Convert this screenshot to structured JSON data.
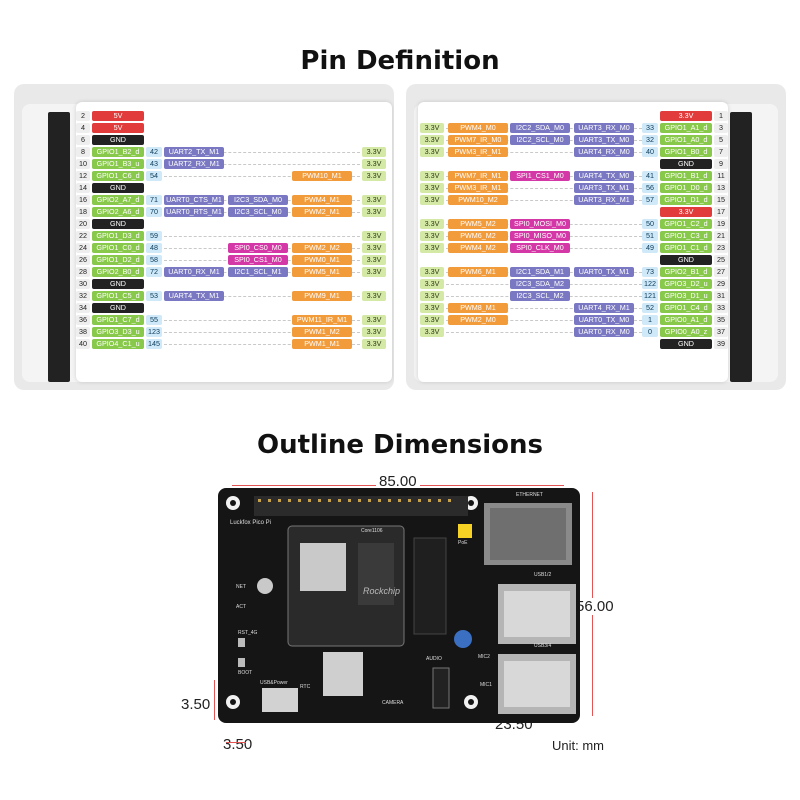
{
  "titles": {
    "pin": "Pin Definition",
    "outline": "Outline Dimensions"
  },
  "left_rows": [
    {
      "pin": "2",
      "pill": "5V",
      "color": "red"
    },
    {
      "pin": "4",
      "pill": "5V",
      "color": "red"
    },
    {
      "pin": "6",
      "pill": "GND",
      "color": "blk"
    },
    {
      "pin": "8",
      "pill": "GPIO1_B2_d",
      "color": "gpio",
      "idx": "42",
      "funcs": [
        [
          "UART2_TX_M1",
          "pur",
          1
        ]
      ],
      "v": "3.3V"
    },
    {
      "pin": "10",
      "pill": "GPIO1_B3_u",
      "color": "gpio",
      "idx": "43",
      "funcs": [
        [
          "UART2_RX_M1",
          "pur",
          1
        ]
      ],
      "v": "3.3V"
    },
    {
      "pin": "12",
      "pill": "GPIO1_C6_d",
      "color": "gpio",
      "idx": "54",
      "funcs": [
        [
          "PWM10_M1",
          "org",
          3
        ]
      ],
      "v": "3.3V"
    },
    {
      "pin": "14",
      "pill": "GND",
      "color": "blk"
    },
    {
      "pin": "16",
      "pill": "GPIO2_A7_d",
      "color": "gpio",
      "idx": "71",
      "funcs": [
        [
          "UART0_CTS_M1",
          "pur",
          1
        ],
        [
          "I2C3_SDA_M0",
          "pur",
          2
        ],
        [
          "PWM4_M1",
          "org",
          3
        ]
      ],
      "v": "3.3V"
    },
    {
      "pin": "18",
      "pill": "GPIO2_A6_d",
      "color": "gpio",
      "idx": "70",
      "funcs": [
        [
          "UART0_RTS_M1",
          "pur",
          1
        ],
        [
          "I2C3_SCL_M0",
          "pur",
          2
        ],
        [
          "PWM2_M1",
          "org",
          3
        ]
      ],
      "v": "3.3V"
    },
    {
      "pin": "20",
      "pill": "GND",
      "color": "blk"
    },
    {
      "pin": "22",
      "pill": "GPIO1_D3_d",
      "color": "gpio",
      "idx": "59",
      "v": "3.3V"
    },
    {
      "pin": "24",
      "pill": "GPIO1_C0_d",
      "color": "gpio",
      "idx": "48",
      "funcs": [
        [
          "SPI0_CS0_M0",
          "pink",
          2
        ],
        [
          "PWM2_M2",
          "org",
          3
        ]
      ],
      "v": "3.3V"
    },
    {
      "pin": "26",
      "pill": "GPIO1_D2_d",
      "color": "gpio",
      "idx": "58",
      "funcs": [
        [
          "SPI0_CS1_M0",
          "pink",
          2
        ],
        [
          "PWM0_M1",
          "org",
          3
        ]
      ],
      "v": "3.3V"
    },
    {
      "pin": "28",
      "pill": "GPIO2_B0_d",
      "color": "gpio",
      "idx": "72",
      "funcs": [
        [
          "UART0_RX_M1",
          "pur",
          1
        ],
        [
          "I2C1_SCL_M1",
          "pur",
          2
        ],
        [
          "PWM5_M1",
          "org",
          3
        ]
      ],
      "v": "3.3V"
    },
    {
      "pin": "30",
      "pill": "GND",
      "color": "blk"
    },
    {
      "pin": "32",
      "pill": "GPIO1_C5_d",
      "color": "gpio",
      "idx": "53",
      "funcs": [
        [
          "UART4_TX_M1",
          "pur",
          1
        ],
        [
          "PWM9_M1",
          "org",
          3
        ]
      ],
      "v": "3.3V"
    },
    {
      "pin": "34",
      "pill": "GND",
      "color": "blk"
    },
    {
      "pin": "36",
      "pill": "GPIO1_C7_d",
      "color": "gpio",
      "idx": "55",
      "funcs": [
        [
          "PWM11_IR_M1",
          "org",
          3
        ]
      ],
      "v": "3.3V"
    },
    {
      "pin": "38",
      "pill": "GPIO3_D3_u",
      "color": "gpio",
      "idx": "123",
      "funcs": [
        [
          "PWM1_M2",
          "org",
          3
        ]
      ],
      "v": "3.3V"
    },
    {
      "pin": "40",
      "pill": "GPIO4_C1_u",
      "color": "gpio",
      "idx": "145",
      "funcs": [
        [
          "PWM1_M1",
          "org",
          3
        ]
      ],
      "v": "3.3V"
    }
  ],
  "right_rows": [
    {
      "pin": "1",
      "pill": "3.3V",
      "color": "red"
    },
    {
      "pin": "3",
      "pill": "GPIO1_A1_d",
      "color": "gpio",
      "idx": "33",
      "v": "3.3V",
      "funcs": [
        [
          "PWM4_M0",
          "org",
          0
        ],
        [
          "I2C2_SDA_M0",
          "pur",
          1
        ],
        [
          "UART3_RX_M0",
          "pur",
          2
        ]
      ]
    },
    {
      "pin": "5",
      "pill": "GPIO1_A0_d",
      "color": "gpio",
      "idx": "32",
      "v": "3.3V",
      "funcs": [
        [
          "PWM7_IR_M0",
          "org",
          0
        ],
        [
          "I2C2_SCL_M0",
          "pur",
          1
        ],
        [
          "UART3_TX_M0",
          "pur",
          2
        ]
      ]
    },
    {
      "pin": "7",
      "pill": "GPIO1_B0_d",
      "color": "gpio",
      "idx": "40",
      "v": "3.3V",
      "funcs": [
        [
          "PWM3_IR_M1",
          "org",
          0
        ],
        [
          "UART4_RX_M0",
          "pur",
          2
        ]
      ]
    },
    {
      "pin": "9",
      "pill": "GND",
      "color": "blk"
    },
    {
      "pin": "11",
      "pill": "GPIO1_B1_d",
      "color": "gpio",
      "idx": "41",
      "v": "3.3V",
      "funcs": [
        [
          "PWM7_IR_M1",
          "org",
          0
        ],
        [
          "SPI1_CS1_M0",
          "pink",
          1
        ],
        [
          "UART4_TX_M0",
          "pur",
          2
        ]
      ]
    },
    {
      "pin": "13",
      "pill": "GPIO1_D0_d",
      "color": "gpio",
      "idx": "56",
      "v": "3.3V",
      "funcs": [
        [
          "PWM3_IR_M1",
          "org",
          0
        ],
        [
          "UART3_TX_M1",
          "pur",
          2
        ]
      ]
    },
    {
      "pin": "15",
      "pill": "GPIO1_D1_d",
      "color": "gpio",
      "idx": "57",
      "v": "3.3V",
      "funcs": [
        [
          "PWM10_M2",
          "org",
          0
        ],
        [
          "UART3_RX_M1",
          "pur",
          2
        ]
      ]
    },
    {
      "pin": "17",
      "pill": "3.3V",
      "color": "red"
    },
    {
      "pin": "19",
      "pill": "GPIO1_C2_d",
      "color": "gpio",
      "idx": "50",
      "v": "3.3V",
      "funcs": [
        [
          "PWM5_M2",
          "org",
          0
        ],
        [
          "SPI0_MOSI_M0",
          "pink",
          1
        ]
      ]
    },
    {
      "pin": "21",
      "pill": "GPIO1_C3_d",
      "color": "gpio",
      "idx": "51",
      "v": "3.3V",
      "funcs": [
        [
          "PWM6_M2",
          "org",
          0
        ],
        [
          "SPI0_MISO_M0",
          "pink",
          1
        ]
      ]
    },
    {
      "pin": "23",
      "pill": "GPIO1_C1_d",
      "color": "gpio",
      "idx": "49",
      "v": "3.3V",
      "funcs": [
        [
          "PWM4_M2",
          "org",
          0
        ],
        [
          "SPI0_CLK_M0",
          "pink",
          1
        ]
      ]
    },
    {
      "pin": "25",
      "pill": "GND",
      "color": "blk"
    },
    {
      "pin": "27",
      "pill": "GPIO2_B1_d",
      "color": "gpio",
      "idx": "73",
      "v": "3.3V",
      "funcs": [
        [
          "PWM6_M1",
          "org",
          0
        ],
        [
          "I2C1_SDA_M1",
          "pur",
          1
        ],
        [
          "UART0_TX_M1",
          "pur",
          2
        ]
      ]
    },
    {
      "pin": "29",
      "pill": "GPIO3_D2_u",
      "color": "gpio",
      "idx": "122",
      "v": "3.3V",
      "funcs": [
        [
          "I2C3_SDA_M2",
          "pur",
          1
        ]
      ]
    },
    {
      "pin": "31",
      "pill": "GPIO3_D1_u",
      "color": "gpio",
      "idx": "121",
      "v": "3.3V",
      "funcs": [
        [
          "I2C3_SCL_M2",
          "pur",
          1
        ]
      ]
    },
    {
      "pin": "33",
      "pill": "GPIO1_C4_d",
      "color": "gpio",
      "idx": "52",
      "v": "3.3V",
      "funcs": [
        [
          "PWM8_M1",
          "org",
          0
        ],
        [
          "UART4_RX_M1",
          "pur",
          2
        ]
      ]
    },
    {
      "pin": "35",
      "pill": "GPIO0_A1_d",
      "color": "gpio",
      "idx": "1",
      "v": "3.3V",
      "funcs": [
        [
          "PWM2_M0",
          "org",
          0
        ],
        [
          "UART0_TX_M0",
          "pur",
          2
        ]
      ]
    },
    {
      "pin": "37",
      "pill": "GPIO0_A0_z",
      "color": "gpio",
      "idx": "0",
      "v": "3.3V",
      "funcs": [
        [
          "UART0_RX_M0",
          "pur",
          2
        ]
      ]
    },
    {
      "pin": "39",
      "pill": "GND",
      "color": "blk"
    }
  ],
  "board": {
    "name": "Luckfox Pico Pi",
    "chip": "Core1106",
    "brand": "Rockchip",
    "labels": [
      "ETHERNET",
      "USB1/2",
      "USB3/4",
      "PoE",
      "BOOT",
      "RST_4G",
      "ACT",
      "NET",
      "AUDIO",
      "MIC1",
      "MIC2",
      "CAMERA",
      "USB&Power",
      "RTC"
    ]
  },
  "dims": {
    "width": "85.00",
    "height": "56.00",
    "hole_x": "3.50",
    "hole_y": "3.50",
    "hole_to_usb": "23.50",
    "unit": "Unit: mm"
  }
}
